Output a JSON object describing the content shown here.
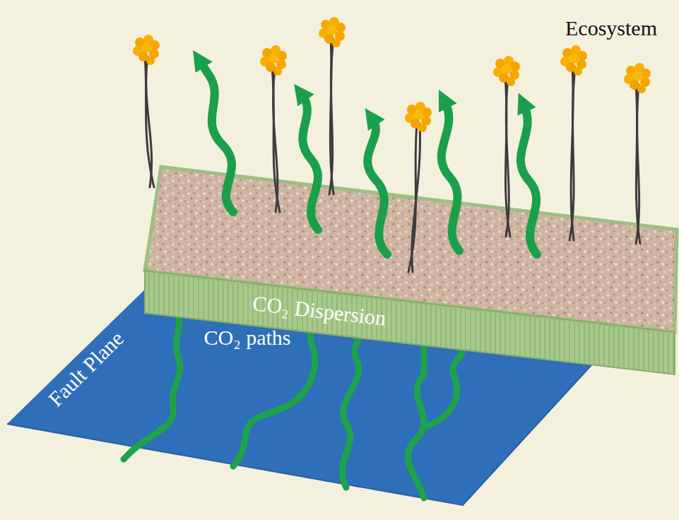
{
  "diagram": {
    "labels": [
      "Ecosystem",
      "CO₂ Dispersion",
      "CO₂ paths",
      "Fault Plane"
    ]
  }
}
